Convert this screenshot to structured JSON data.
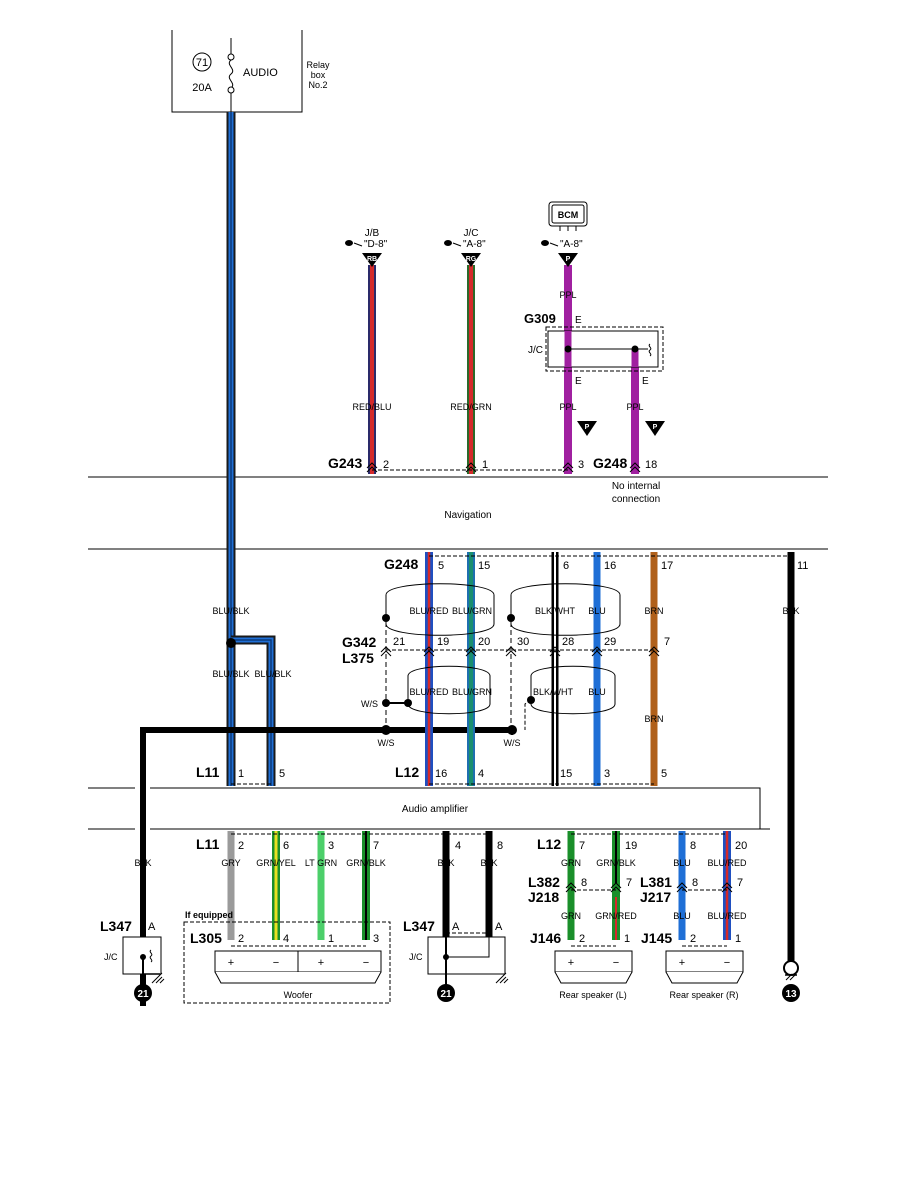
{
  "fuse": {
    "number": "71",
    "amperage": "20A",
    "label": "AUDIO",
    "box_line1": "Relay",
    "box_line2": "box",
    "box_line3": "No.2"
  },
  "sources": {
    "jb": {
      "name": "J/B",
      "ref": "\"D-8\"",
      "tag": "RB"
    },
    "jc": {
      "name": "J/C",
      "ref": "\"A-8\"",
      "tag": "RG"
    },
    "bcm": {
      "box": "BCM",
      "ref": "\"A-8\"",
      "tag": "P"
    }
  },
  "wires": {
    "ppl": "PPL",
    "red_blu": "RED/BLU",
    "red_grn": "RED/GRN",
    "blu_blk": "BLU/BLK",
    "blu_red": "BLU/RED",
    "blu_grn": "BLU/GRN",
    "blk_wht": "BLK/WHT",
    "blu": "BLU",
    "brn": "BRN",
    "blk": "BLK",
    "gry": "GRY",
    "grn_yel": "GRN/YEL",
    "lt_grn": "LT GRN",
    "grn_blk": "GRN/BLK",
    "grn": "GRN",
    "grn_red": "GRN/RED",
    "ws": "W/S"
  },
  "tags": {
    "p": "P"
  },
  "junctions": {
    "jc": "J/C",
    "e": "E"
  },
  "connectors": {
    "g309": "G309",
    "g243": "G243",
    "g248": "G248",
    "g342": "G342",
    "l375": "L375",
    "l11": "L11",
    "l12": "L12",
    "l347": "L347",
    "l305": "L305",
    "l382": "L382",
    "j218": "J218",
    "l381": "L381",
    "j217": "J217",
    "j146": "J146",
    "j145": "J145"
  },
  "pins": {
    "g243_2": "2",
    "g243_1": "1",
    "g243_3": "3",
    "g248_18": "18",
    "g248_5": "5",
    "g248_15": "15",
    "g248_6": "6",
    "g248_16": "16",
    "g248_17": "17",
    "g248_11": "11",
    "g342_21": "21",
    "g342_19": "19",
    "g342_20": "20",
    "g342_30": "30",
    "g342_28": "28",
    "g342_29": "29",
    "g342_7": "7",
    "l11_1": "1",
    "l11_5": "5",
    "l12_16": "16",
    "l12_4": "4",
    "l12_15": "15",
    "l12_3": "3",
    "l12_5": "5",
    "l11_2": "2",
    "l11_6": "6",
    "l11_3": "3",
    "l11_7": "7",
    "amp_4": "4",
    "amp_8": "8",
    "l12_7": "7",
    "l12_19": "19",
    "l12_8": "8",
    "l12_20": "20",
    "l382_8": "8",
    "l382_7": "7",
    "l381_8": "8",
    "l381_7": "7",
    "l305_2": "2",
    "l305_4": "4",
    "l305_1": "1",
    "l305_3": "3",
    "j146_2": "2",
    "j146_1": "1",
    "j145_2": "2",
    "j145_1": "1",
    "l347_a": "A"
  },
  "components": {
    "navigation": "Navigation",
    "no_internal_1": "No internal",
    "no_internal_2": "connection",
    "amplifier": "Audio amplifier",
    "woofer": "Woofer",
    "if_equipped": "If equipped",
    "rear_l": "Rear speaker (L)",
    "rear_r": "Rear speaker (R)"
  },
  "grounds": {
    "g21": "21",
    "g13": "13"
  },
  "symbols": {
    "plus": "+",
    "minus": "−"
  }
}
